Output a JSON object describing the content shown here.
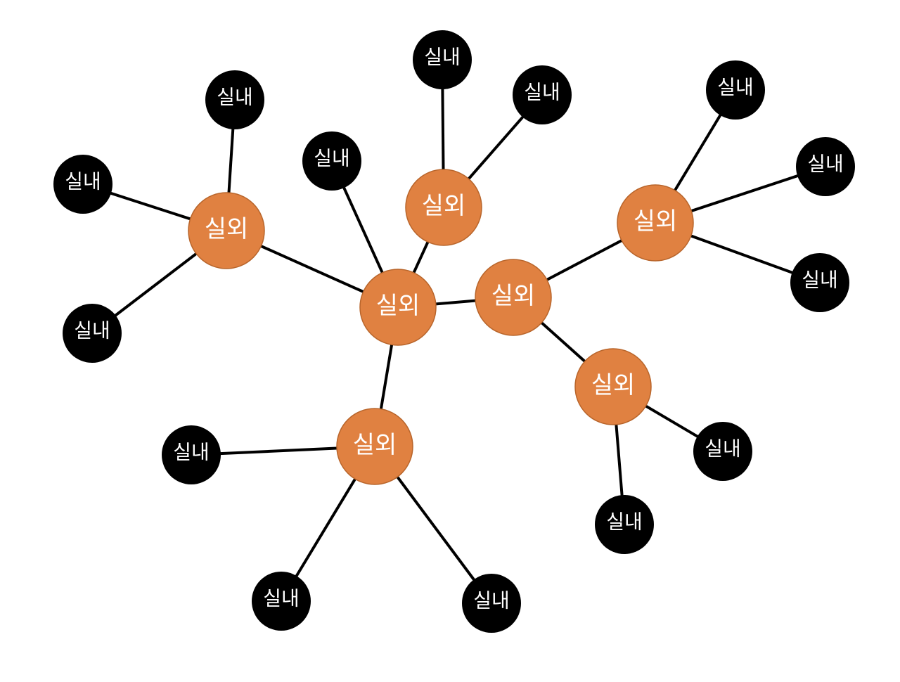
{
  "colors": {
    "outdoor_fill": "#e08141",
    "outdoor_stroke": "#b8652b",
    "indoor_fill": "#000000",
    "edge": "#000000",
    "label_text": "#ffffff"
  },
  "diagram": {
    "outdoor_label": "실외",
    "indoor_label": "실내",
    "hubs": [
      {
        "id": "hub-center",
        "label": "실외"
      },
      {
        "id": "hub-top",
        "label": "실외"
      },
      {
        "id": "hub-left",
        "label": "실외"
      },
      {
        "id": "hub-right-inner",
        "label": "실외"
      },
      {
        "id": "hub-right-outer",
        "label": "실외"
      },
      {
        "id": "hub-lower-right",
        "label": "실외"
      },
      {
        "id": "hub-bottom",
        "label": "실외"
      }
    ],
    "leaves": [
      {
        "id": "leaf-center-top",
        "label": "실내",
        "parent": "hub-center"
      },
      {
        "id": "leaf-top-1",
        "label": "실내",
        "parent": "hub-top"
      },
      {
        "id": "leaf-top-2",
        "label": "실내",
        "parent": "hub-top"
      },
      {
        "id": "leaf-left-1",
        "label": "실내",
        "parent": "hub-left"
      },
      {
        "id": "leaf-left-2",
        "label": "실내",
        "parent": "hub-left"
      },
      {
        "id": "leaf-left-3",
        "label": "실내",
        "parent": "hub-left"
      },
      {
        "id": "leaf-right-1",
        "label": "실내",
        "parent": "hub-right-outer"
      },
      {
        "id": "leaf-right-2",
        "label": "실내",
        "parent": "hub-right-outer"
      },
      {
        "id": "leaf-right-3",
        "label": "실내",
        "parent": "hub-right-outer"
      },
      {
        "id": "leaf-lower-right-1",
        "label": "실내",
        "parent": "hub-lower-right"
      },
      {
        "id": "leaf-lower-right-2",
        "label": "실내",
        "parent": "hub-lower-right"
      },
      {
        "id": "leaf-bottom-1",
        "label": "실내",
        "parent": "hub-bottom"
      },
      {
        "id": "leaf-bottom-2",
        "label": "실내",
        "parent": "hub-bottom"
      },
      {
        "id": "leaf-bottom-3",
        "label": "실내",
        "parent": "hub-bottom"
      }
    ],
    "hub_links": [
      {
        "from": "hub-center",
        "to": "hub-top"
      },
      {
        "from": "hub-center",
        "to": "hub-left"
      },
      {
        "from": "hub-center",
        "to": "hub-right-inner"
      },
      {
        "from": "hub-center",
        "to": "hub-bottom"
      },
      {
        "from": "hub-right-inner",
        "to": "hub-right-outer"
      },
      {
        "from": "hub-right-inner",
        "to": "hub-lower-right"
      }
    ]
  }
}
